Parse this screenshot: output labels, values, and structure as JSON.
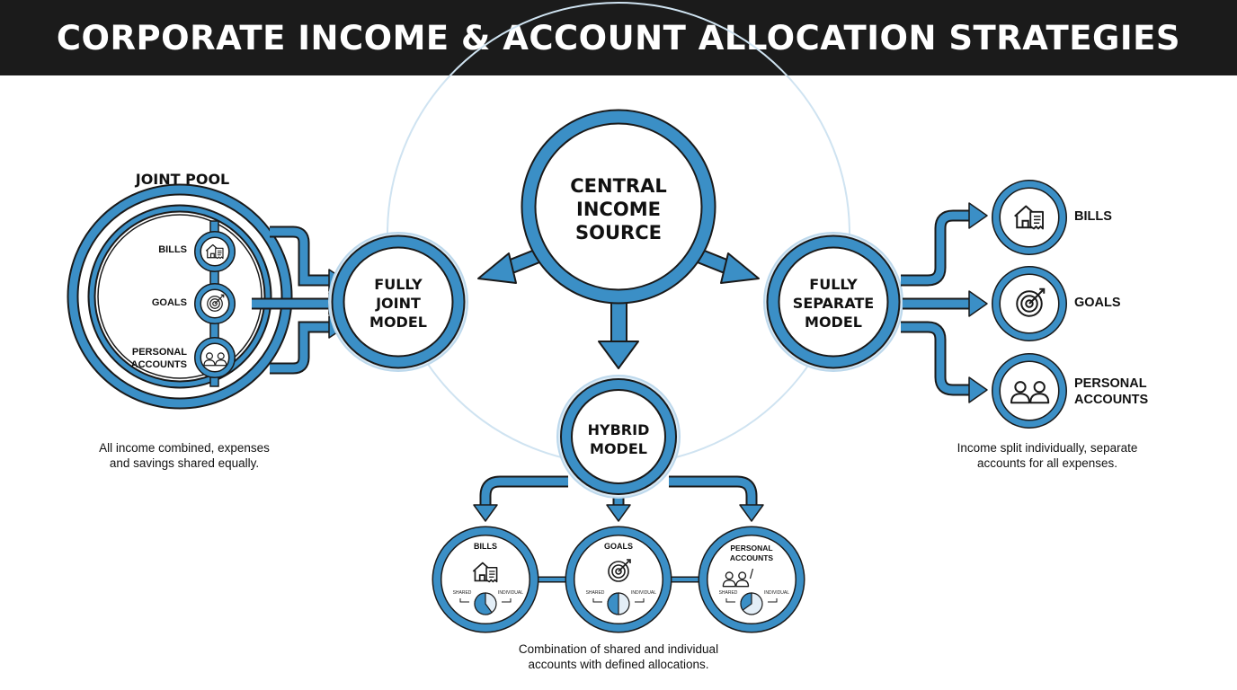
{
  "title": "CORPORATE INCOME & ACCOUNT ALLOCATION STRATEGIES",
  "colors": {
    "accent": "#3b8fc6",
    "ring_light": "#cfe3f1",
    "title_bg": "#1b1b1b",
    "outline": "#1a1a1a"
  },
  "center": {
    "label_lines": [
      "CENTRAL",
      "INCOME",
      "SOURCE"
    ]
  },
  "joint": {
    "pool_title": "JOINT POOL",
    "model_lines": [
      "FULLY",
      "JOINT",
      "MODEL"
    ],
    "items": [
      {
        "label_lines": [
          "BILLS"
        ],
        "icon": "house-bill-icon"
      },
      {
        "label_lines": [
          "GOALS"
        ],
        "icon": "target-icon"
      },
      {
        "label_lines": [
          "PERSONAL",
          "ACCOUNTS"
        ],
        "icon": "two-people-icon"
      }
    ],
    "description_lines": [
      "All income combined, expenses",
      "and savings shared equally."
    ]
  },
  "separate": {
    "model_lines": [
      "FULLY",
      "SEPARATE",
      "MODEL"
    ],
    "items": [
      {
        "label_lines": [
          "BILLS"
        ],
        "icon": "house-bill-icon"
      },
      {
        "label_lines": [
          "GOALS"
        ],
        "icon": "target-icon"
      },
      {
        "label_lines": [
          "PERSONAL",
          "ACCOUNTS"
        ],
        "icon": "two-people-icon"
      }
    ],
    "description_lines": [
      "Income split individually, separate",
      "accounts for all expenses."
    ]
  },
  "hybrid": {
    "model_lines": [
      "HYBRID",
      "MODEL"
    ],
    "items": [
      {
        "label_lines": [
          "BILLS"
        ],
        "icon": "house-bill-icon",
        "left_tag": "SHARED",
        "right_tag": "INDIVIDUAL",
        "shared_fraction": 0.6
      },
      {
        "label_lines": [
          "GOALS"
        ],
        "icon": "target-icon",
        "left_tag": "SHARED",
        "right_tag": "INDIVIDUAL",
        "shared_fraction": 0.5
      },
      {
        "label_lines": [
          "PERSONAL",
          "ACCOUNTS"
        ],
        "icon": "two-people-icon",
        "separator": "/",
        "left_tag": "SHARED",
        "right_tag": "INDIVIDUAL",
        "shared_fraction": 0.35
      }
    ],
    "description_lines": [
      "Combination of shared and individual",
      "accounts with defined allocations."
    ]
  }
}
